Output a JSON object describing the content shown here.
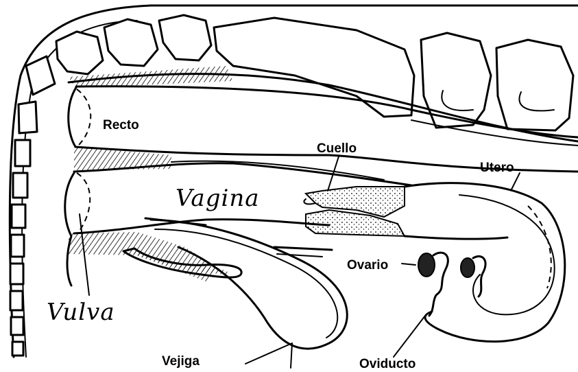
{
  "labels": {
    "recto": "Recto",
    "cuello": "Cuello",
    "utero": "Utero",
    "vagina": "Vagina",
    "ovario": "Ovario",
    "vulva": "Vulva",
    "vejiga": "Vejiga",
    "oviducto": "Oviducto"
  }
}
